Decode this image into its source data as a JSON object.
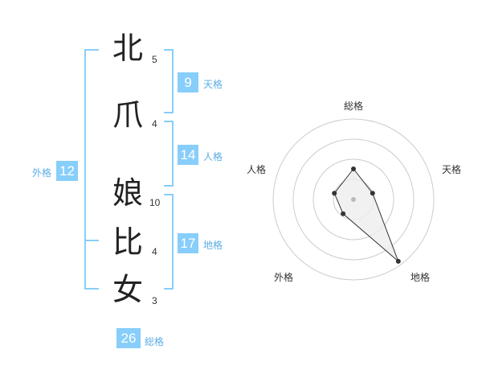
{
  "name": {
    "characters": [
      {
        "char": "北",
        "strokes": "5"
      },
      {
        "char": "爪",
        "strokes": "4"
      },
      {
        "char": "娘",
        "strokes": "10"
      },
      {
        "char": "比",
        "strokes": "4"
      },
      {
        "char": "女",
        "strokes": "3"
      }
    ]
  },
  "kakusu": {
    "tenkaku": {
      "value": "9",
      "label": "天格"
    },
    "jinkaku": {
      "value": "14",
      "label": "人格"
    },
    "chikaku": {
      "value": "17",
      "label": "地格"
    },
    "gaikaku": {
      "value": "12",
      "label": "外格"
    },
    "soukaku": {
      "value": "26",
      "label": "総格"
    }
  },
  "radar": {
    "axes": [
      "総格",
      "天格",
      "地格",
      "外格",
      "人格"
    ],
    "values": [
      0.38,
      0.25,
      0.95,
      0.22,
      0.25
    ],
    "rings": 4,
    "fill_color": "#eeeeee",
    "line_color": "#333333",
    "ring_color": "#cccccc"
  },
  "colors": {
    "accent": "#87cefa",
    "label": "#5aaee6"
  }
}
